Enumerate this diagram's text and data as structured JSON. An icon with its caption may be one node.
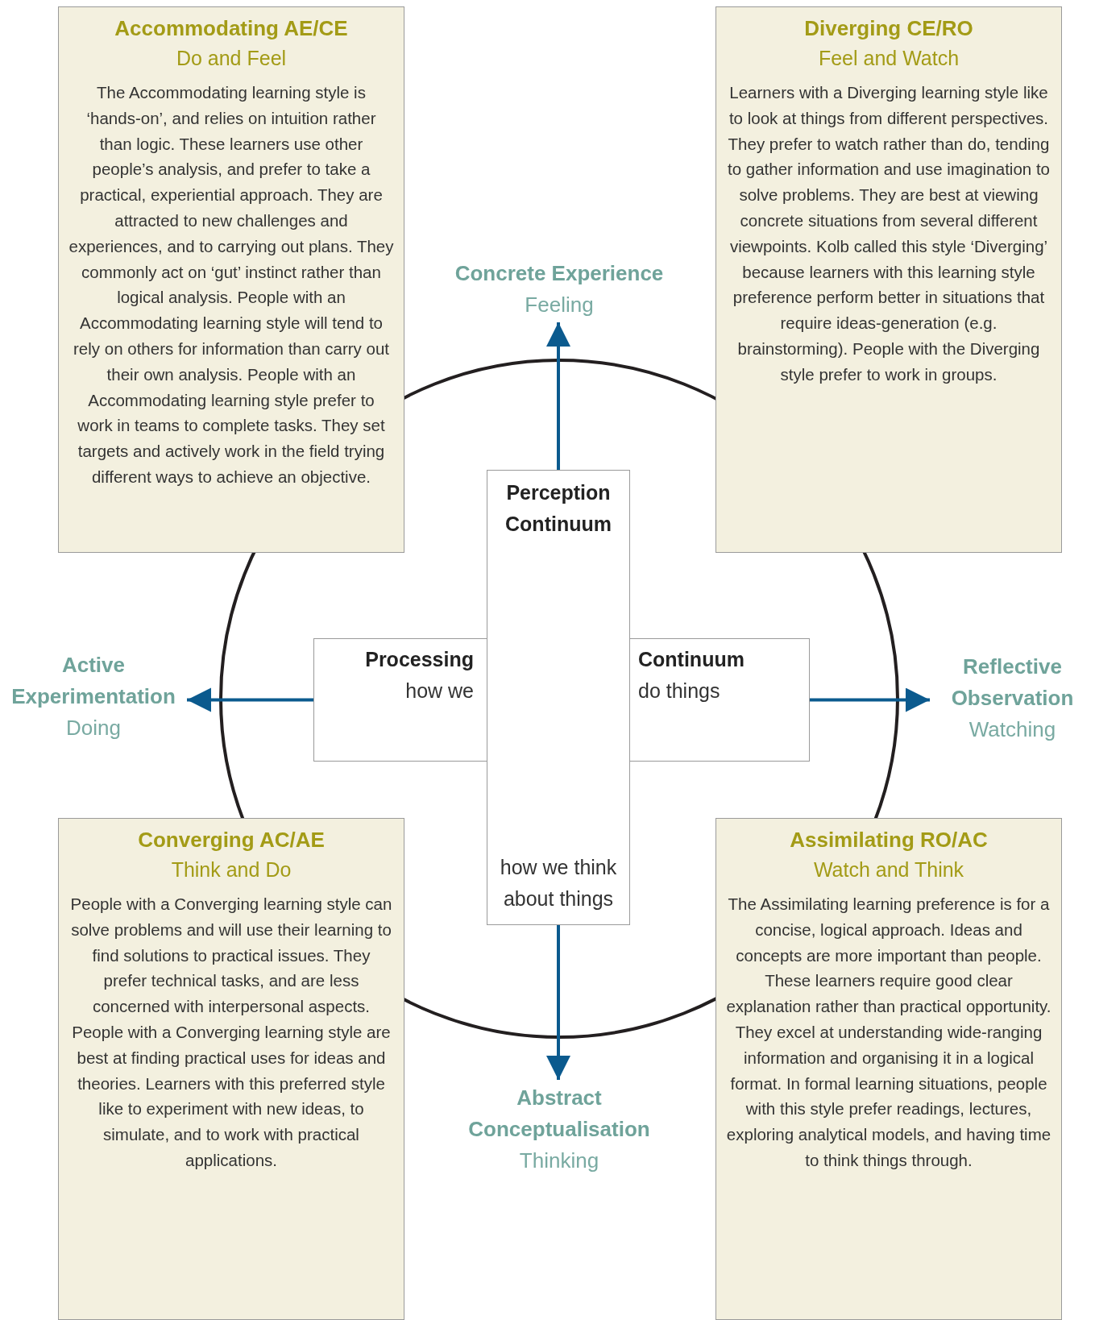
{
  "diagram": {
    "nodes": [
      {
        "text": [
          "Accommodating AE/CE",
          "Do and Feel",
          "The Accommodating learning style is ‘hands-on’, and relies on intuition rather than logic. These learners use other people’s analysis, and prefer to take a practical, experiential approach. They are attracted to new challenges and experiences, and to carrying out plans. They commonly act on ‘gut’ instinct rather than logical analysis. People with an Accommodating learning style will tend to rely on others for information than carry out their own analysis. People with an Accommodating learning style prefer to work in teams to complete tasks. They set targets and actively work in the field trying different ways to achieve an objective."
        ]
      },
      {
        "text": [
          "Diverging CE/RO",
          "Feel and Watch",
          "Learners with a Diverging learning style like to look at things from different perspectives. They prefer to watch rather than do, tending to gather information and use imagination to solve problems. They are best at viewing concrete situations from several different viewpoints. Kolb called this style ‘Diverging’ because learners with this learning style preference perform better in situations that require ideas-generation (e.g. brainstorming). People with the Diverging style prefer to work in groups."
        ]
      },
      {
        "text": [
          "Converging AC/AE",
          "Think and Do",
          "People with a Converging learning style can solve problems and will use their learning to find solutions to practical issues. They prefer technical tasks, and are less concerned with interpersonal aspects. People with a Converging learning style are best at finding practical uses for ideas and theories. Learners with this preferred style like to experiment with new ideas, to simulate, and to work with practical applications."
        ]
      },
      {
        "text": [
          "Assimilating RO/AC",
          "Watch and Think",
          "The Assimilating learning preference is for a concise, logical approach. Ideas and concepts are more important than people. These learners require good clear explanation rather than practical opportunity. They excel at understanding wide-ranging information and organising it in a logical format. In formal learning situations, people with this style prefer readings, lectures, exploring analytical models, and having time to think things through."
        ]
      },
      {
        "text": [
          "Perception Continuum",
          "how we think about things"
        ]
      },
      {
        "text": [
          "Processing",
          "how we",
          "Continuum",
          "do things"
        ]
      },
      {
        "text": [
          "Concrete Experience",
          "Feeling"
        ]
      },
      {
        "text": [
          "Active Experimentation",
          "Doing"
        ]
      },
      {
        "text": [
          "Reflective Observation",
          "Watching"
        ]
      },
      {
        "text": [
          "Abstract Conceptualisation",
          "Thinking"
        ]
      }
    ],
    "edges": [
      {
        "from": 4,
        "to": 6,
        "arrow": "to"
      },
      {
        "from": 5,
        "to": 7,
        "arrow": "to"
      },
      {
        "from": 5,
        "to": 8,
        "arrow": "to"
      },
      {
        "from": 4,
        "to": 9,
        "arrow": "to"
      }
    ]
  }
}
